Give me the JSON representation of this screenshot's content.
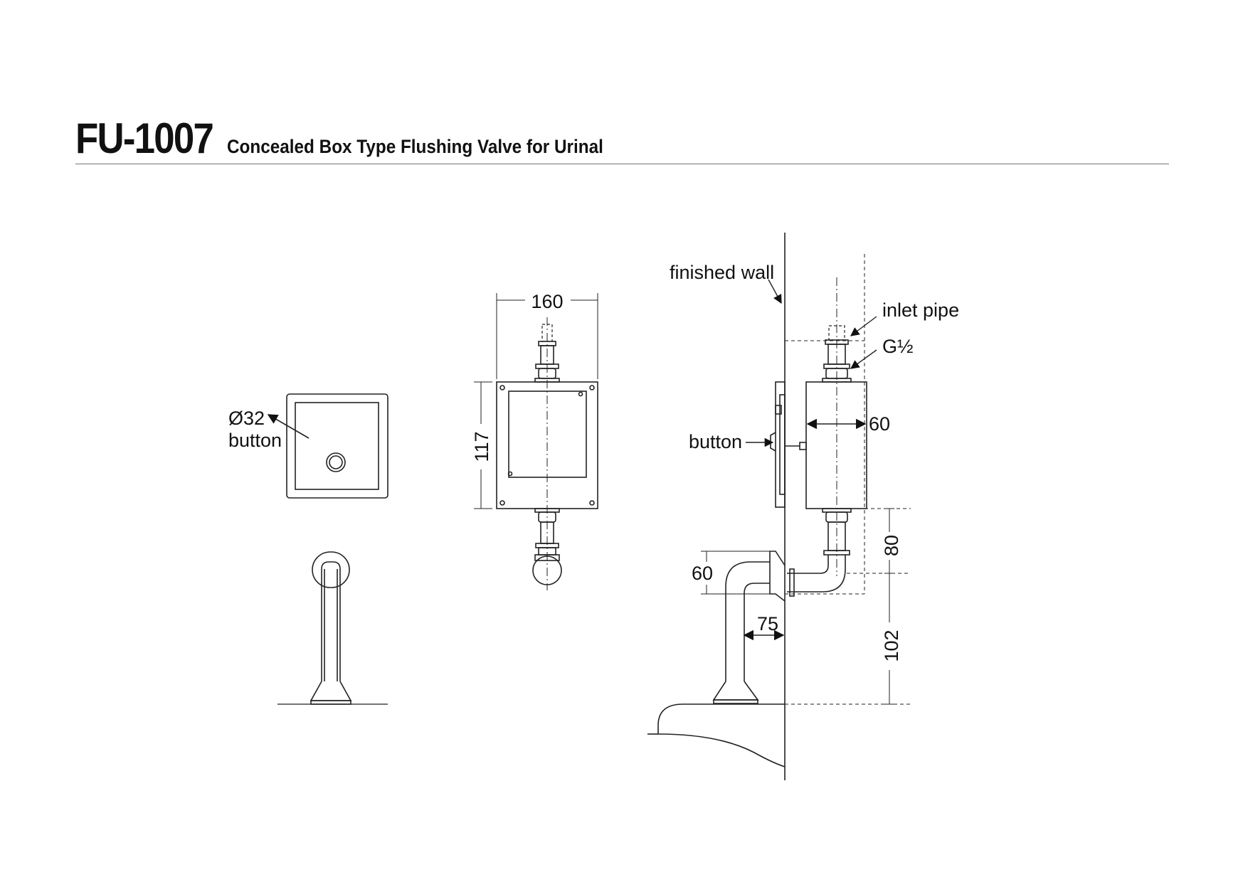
{
  "header": {
    "model": "FU-1007",
    "subtitle": "Concealed Box Type Flushing Valve for Urinal"
  },
  "labels": {
    "dia32": "Ø32",
    "button_front": "button",
    "dim_160": "160",
    "dim_117": "117",
    "finished_wall": "finished wall",
    "inlet_pipe": "inlet pipe",
    "g_half": "G½",
    "button_side": "button",
    "dim_60_box": "60",
    "dim_80": "80",
    "dim_60_outlet": "60",
    "dim_75": "75",
    "dim_102": "102"
  }
}
